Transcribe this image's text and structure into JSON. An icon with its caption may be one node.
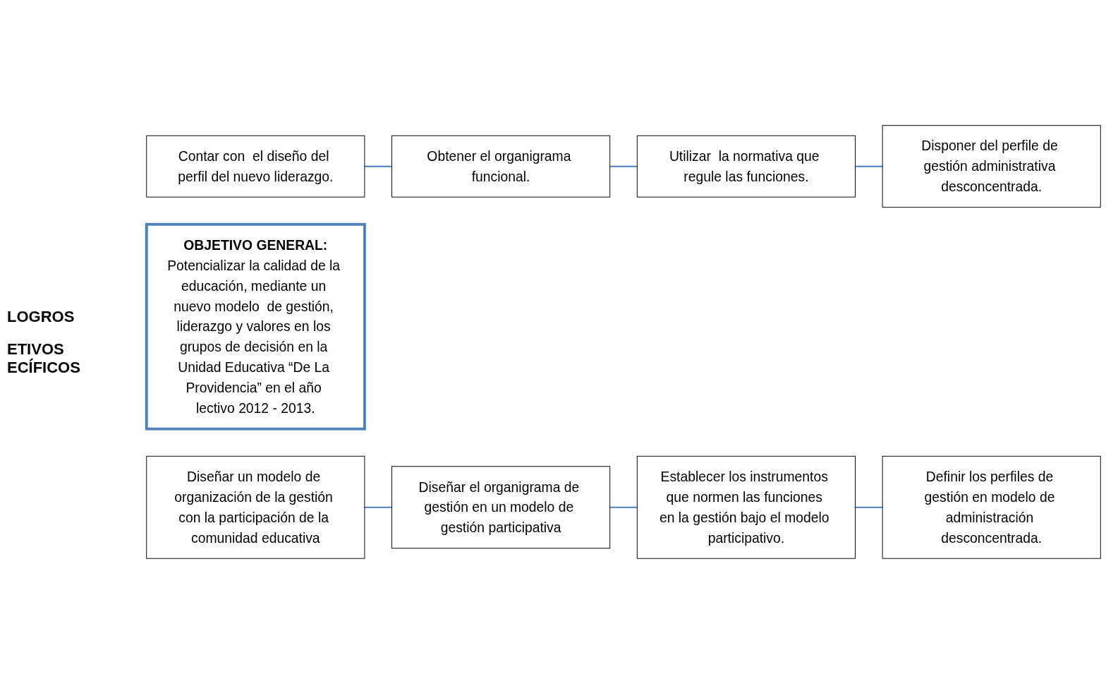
{
  "diagram": {
    "nodes": [
      {
        "text": [
          "Contar con  el diseño del perfil del nuevo liderazgo."
        ]
      },
      {
        "text": [
          "Obtener el organigrama funcional."
        ]
      },
      {
        "text": [
          "Utilizar  la normativa que regule las funciones."
        ]
      },
      {
        "text": [
          "Disponer del perfile de gestión administrativa desconcentrada."
        ]
      },
      {
        "text": [
          "OBJETIVO GENERAL:",
          "Potencializar la calidad de la educación, mediante un nuevo modelo  de gestión, liderazgo y valores en los grupos de decisión en la Unidad Educativa “De La Providencia” en el año lectivo 2012 - 2013."
        ]
      },
      {
        "text": [
          "Diseñar un modelo de organización de la gestión con la participación de la comunidad educativa"
        ]
      },
      {
        "text": [
          "Diseñar el organigrama de gestión en un modelo de gestión participativa"
        ]
      },
      {
        "text": [
          "Establecer los instrumentos que normen las funciones en la gestión bajo el modelo participativo."
        ]
      },
      {
        "text": [
          "Definir los perfiles de gestión en modelo de administración desconcentrada."
        ]
      }
    ],
    "edges": [
      {
        "from": 0,
        "to": 1,
        "arrow": "none"
      },
      {
        "from": 1,
        "to": 2,
        "arrow": "none"
      },
      {
        "from": 2,
        "to": 3,
        "arrow": "none"
      },
      {
        "from": 5,
        "to": 6,
        "arrow": "none"
      },
      {
        "from": 6,
        "to": 7,
        "arrow": "none"
      },
      {
        "from": 7,
        "to": 8,
        "arrow": "none"
      }
    ],
    "labels": [
      "LOGROS",
      "ETIVOS ECÍFICOS"
    ]
  }
}
